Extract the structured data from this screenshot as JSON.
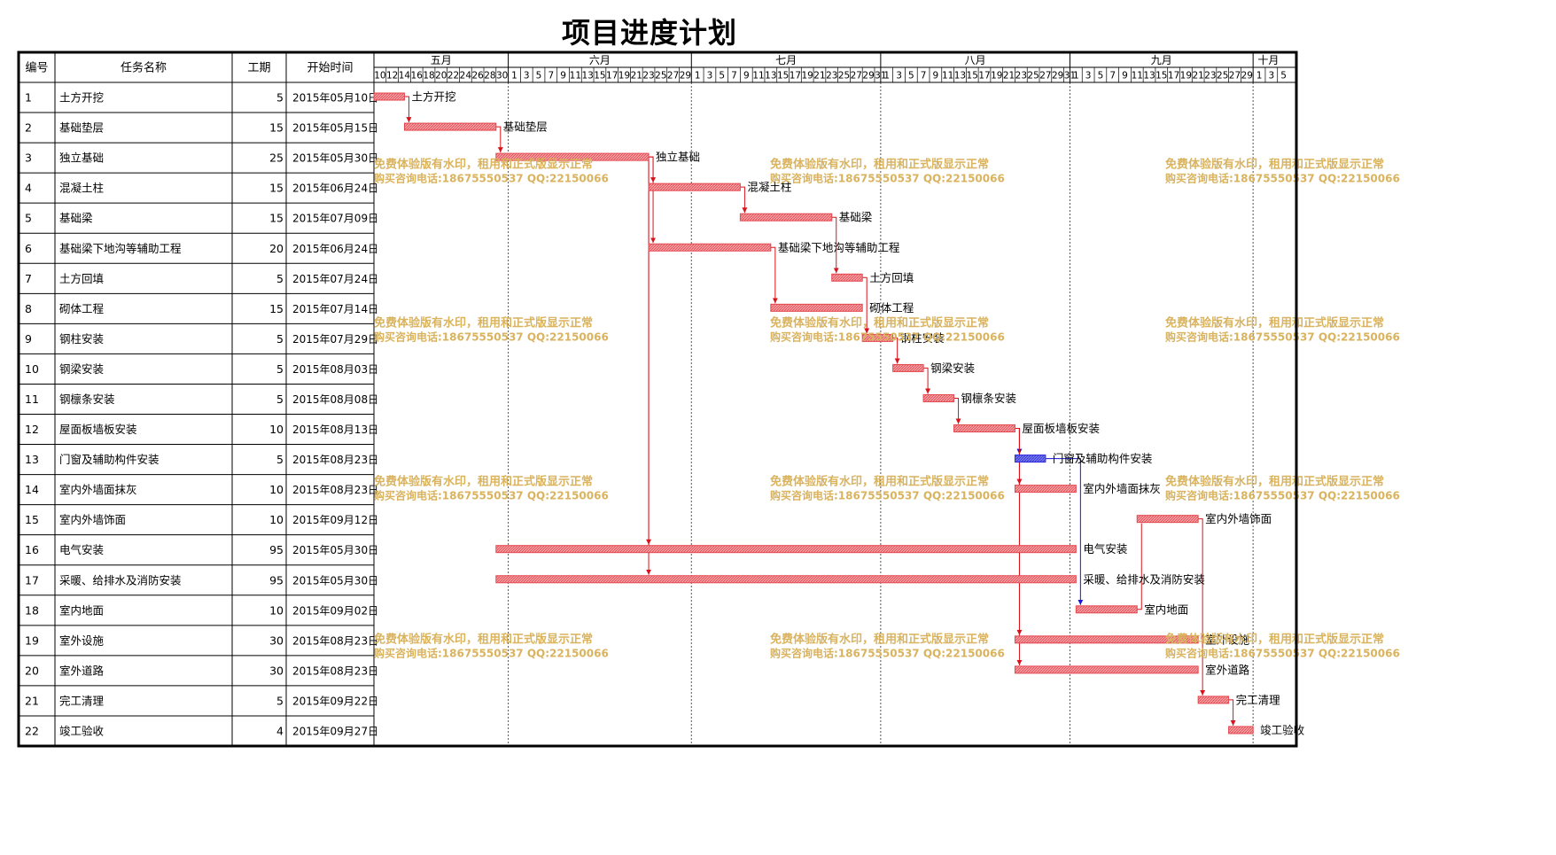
{
  "title": "项目进度计划",
  "table": {
    "headers": [
      "编号",
      "任务名称",
      "工期",
      "开始时间"
    ]
  },
  "watermark": {
    "line1": "免费体验版有水印，租用和正式版显示正常",
    "line2": "购买咨询电话:18675550537 QQ:22150066"
  },
  "colors": {
    "bar": "#e4474f",
    "bar_fill": "#f3a1a5",
    "bar_highlight": "#2d2de0",
    "bar_highlight_fill": "#7a7ae6",
    "arrow": "#d8131b",
    "arrow_highlight": "#1515d8",
    "watermark": "#d9b35e"
  },
  "chart_data": {
    "type": "gantt",
    "timeline_start": "2015-05-10",
    "timeline_end": "2015-10-06",
    "months": [
      {
        "label": "五月",
        "start": "2015-05-10"
      },
      {
        "label": "六月",
        "start": "2015-06-01"
      },
      {
        "label": "七月",
        "start": "2015-07-01"
      },
      {
        "label": "八月",
        "start": "2015-08-01"
      },
      {
        "label": "九月",
        "start": "2015-09-01"
      },
      {
        "label": "十月",
        "start": "2015-10-01"
      }
    ],
    "tasks": [
      {
        "id": "1",
        "name": "土方开挖",
        "duration": 5,
        "start": "2015-05-10",
        "start_label": "2015年05月10日"
      },
      {
        "id": "2",
        "name": "基础垫层",
        "duration": 15,
        "start": "2015-05-15",
        "start_label": "2015年05月15日"
      },
      {
        "id": "3",
        "name": "独立基础",
        "duration": 25,
        "start": "2015-05-30",
        "start_label": "2015年05月30日"
      },
      {
        "id": "4",
        "name": "混凝土柱",
        "duration": 15,
        "start": "2015-06-24",
        "start_label": "2015年06月24日"
      },
      {
        "id": "5",
        "name": "基础梁",
        "duration": 15,
        "start": "2015-07-09",
        "start_label": "2015年07月09日"
      },
      {
        "id": "6",
        "name": "基础梁下地沟等辅助工程",
        "duration": 20,
        "start": "2015-06-24",
        "start_label": "2015年06月24日"
      },
      {
        "id": "7",
        "name": "土方回填",
        "duration": 5,
        "start": "2015-07-24",
        "start_label": "2015年07月24日"
      },
      {
        "id": "8",
        "name": "砌体工程",
        "duration": 15,
        "start": "2015-07-14",
        "start_label": "2015年07月14日"
      },
      {
        "id": "9",
        "name": "钢柱安装",
        "duration": 5,
        "start": "2015-07-29",
        "start_label": "2015年07月29日"
      },
      {
        "id": "10",
        "name": "钢梁安装",
        "duration": 5,
        "start": "2015-08-03",
        "start_label": "2015年08月03日"
      },
      {
        "id": "11",
        "name": "钢檩条安装",
        "duration": 5,
        "start": "2015-08-08",
        "start_label": "2015年08月08日"
      },
      {
        "id": "12",
        "name": "屋面板墙板安装",
        "duration": 10,
        "start": "2015-08-13",
        "start_label": "2015年08月13日"
      },
      {
        "id": "13",
        "name": "门窗及辅助构件安装",
        "duration": 5,
        "start": "2015-08-23",
        "start_label": "2015年08月23日",
        "highlight": true
      },
      {
        "id": "14",
        "name": "室内外墙面抹灰",
        "duration": 10,
        "start": "2015-08-23",
        "start_label": "2015年08月23日"
      },
      {
        "id": "15",
        "name": "室内外墙饰面",
        "duration": 10,
        "start": "2015-09-12",
        "start_label": "2015年09月12日"
      },
      {
        "id": "16",
        "name": "电气安装",
        "duration": 95,
        "start": "2015-05-30",
        "start_label": "2015年05月30日"
      },
      {
        "id": "17",
        "name": "采暖、给排水及消防安装",
        "duration": 95,
        "start": "2015-05-30",
        "start_label": "2015年05月30日"
      },
      {
        "id": "18",
        "name": "室内地面",
        "duration": 10,
        "start": "2015-09-02",
        "start_label": "2015年09月02日"
      },
      {
        "id": "19",
        "name": "室外设施",
        "duration": 30,
        "start": "2015-08-23",
        "start_label": "2015年08月23日"
      },
      {
        "id": "20",
        "name": "室外道路",
        "duration": 30,
        "start": "2015-08-23",
        "start_label": "2015年08月23日"
      },
      {
        "id": "21",
        "name": "完工清理",
        "duration": 5,
        "start": "2015-09-22",
        "start_label": "2015年09月22日"
      },
      {
        "id": "22",
        "name": "竣工验收",
        "duration": 4,
        "start": "2015-09-27",
        "start_label": "2015年09月27日"
      }
    ],
    "links": [
      {
        "from": "1",
        "to": "2"
      },
      {
        "from": "2",
        "to": "3"
      },
      {
        "from": "3",
        "to": "4"
      },
      {
        "from": "3",
        "to": "6"
      },
      {
        "from": "3",
        "to": "16"
      },
      {
        "from": "3",
        "to": "17"
      },
      {
        "from": "4",
        "to": "5"
      },
      {
        "from": "5",
        "to": "7"
      },
      {
        "from": "6",
        "to": "8"
      },
      {
        "from": "7",
        "to": "9"
      },
      {
        "from": "9",
        "to": "10"
      },
      {
        "from": "10",
        "to": "11"
      },
      {
        "from": "11",
        "to": "12"
      },
      {
        "from": "12",
        "to": "13",
        "highlight": true
      },
      {
        "from": "12",
        "to": "14"
      },
      {
        "from": "12",
        "to": "19"
      },
      {
        "from": "12",
        "to": "20"
      },
      {
        "from": "13",
        "to": "18",
        "highlight": true
      },
      {
        "from": "18",
        "to": "15"
      },
      {
        "from": "15",
        "to": "21"
      },
      {
        "from": "21",
        "to": "22"
      }
    ]
  }
}
